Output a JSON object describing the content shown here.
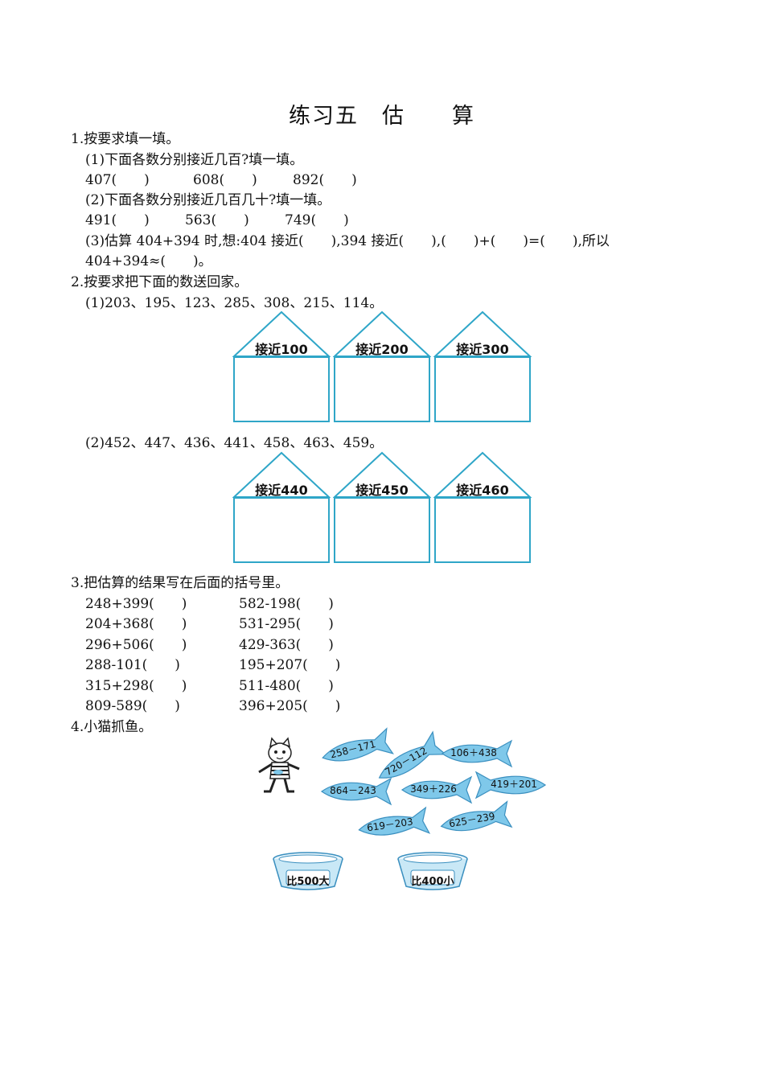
{
  "title": "练习五　估　　算",
  "q1": {
    "heading": "1.按要求填一填。",
    "p1": "(1)下面各数分别接近几百?填一填。",
    "p1_items": [
      "407(　　)",
      "608(　　)",
      "892(　　)"
    ],
    "p2": "(2)下面各数分别接近几百几十?填一填。",
    "p2_items": [
      "491(　　)",
      "563(　　)",
      "749(　　)"
    ],
    "p3_line1": "(3)估算 404+394 时,想:404 接近(　　),394 接近(　　),(　　)+(　　)=(　　),所以",
    "p3_line2": "404+394≈(　　)。"
  },
  "q2": {
    "heading": "2.按要求把下面的数送回家。",
    "p1": "(1)203、195、123、285、308、215、114。",
    "houses1": [
      "接近100",
      "接近200",
      "接近300"
    ],
    "p2": "(2)452、447、436、441、458、463、459。",
    "houses2": [
      "接近440",
      "接近450",
      "接近460"
    ]
  },
  "q3": {
    "heading": "3.把估算的结果写在后面的括号里。",
    "left": [
      "248+399(　　)",
      "204+368(　　)",
      "296+506(　　)",
      "288-101(　　)",
      "315+298(　　)",
      "809-589(　　)"
    ],
    "right": [
      "582-198(　　)",
      "531-295(　　)",
      "429-363(　　)",
      "195+207(　　)",
      "511-480(　　)",
      "396+205(　　)"
    ]
  },
  "q4": {
    "heading": "4.小猫抓鱼。",
    "fish": [
      "258－171",
      "720－112",
      "106＋438",
      "864－243",
      "349＋226",
      "419＋201",
      "619－203",
      "625－239"
    ],
    "basins": [
      "比500大",
      "比400小"
    ]
  },
  "colors": {
    "house": "#2fa6c8",
    "fish": "#7fc8ea",
    "fish_stroke": "#3a8fbf",
    "basin": "#c9e8f6"
  }
}
